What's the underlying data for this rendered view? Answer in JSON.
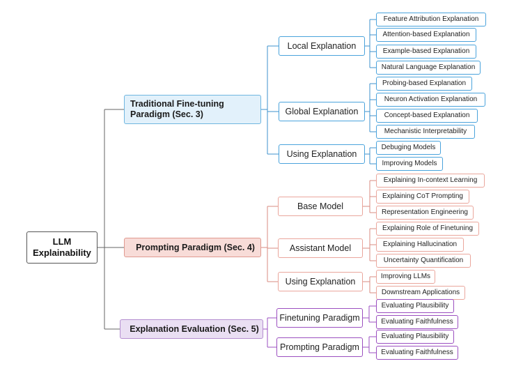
{
  "root": "LLM Explainability",
  "branches": [
    {
      "label": "Traditional Fine-tuning Paradigm (Sec. 3)",
      "color": "blue",
      "children": [
        {
          "label": "Local Explanation",
          "leaves": [
            "Feature Attribution Explanation",
            "Attention-based Explanation",
            "Example-based Explanation",
            "Natural Language Explanation"
          ]
        },
        {
          "label": "Global Explanation",
          "leaves": [
            "Probing-based Explanation",
            "Neuron Activation Explanation",
            "Concept-based Explanation",
            "Mechanistic Interpretability"
          ]
        },
        {
          "label": "Using Explanation",
          "leaves": [
            "Debuging Models",
            "Improving Models"
          ]
        }
      ]
    },
    {
      "label": "Prompting Paradigm (Sec. 4)",
      "color": "red",
      "children": [
        {
          "label": "Base Model",
          "leaves": [
            "Explaining In-context Learning",
            "Explaining CoT Prompting",
            "Representation Engineering"
          ]
        },
        {
          "label": "Assistant Model",
          "leaves": [
            "Explaining Role of Finetuning",
            "Explaining Hallucination",
            "Uncertainty Quantification"
          ]
        },
        {
          "label": "Using Explanation",
          "leaves": [
            "Improving LLMs",
            "Downstream Applications"
          ]
        }
      ]
    },
    {
      "label": "Explanation Evaluation (Sec. 5)",
      "color": "purple",
      "children": [
        {
          "label": "Finetuning Paradigm",
          "leaves": [
            "Evaluating Plausibility",
            "Evaluating Faithfulness"
          ]
        },
        {
          "label": "Prompting Paradigm",
          "leaves": [
            "Evaluating Plausibility",
            "Evaluating Faithfulness"
          ]
        }
      ]
    }
  ]
}
